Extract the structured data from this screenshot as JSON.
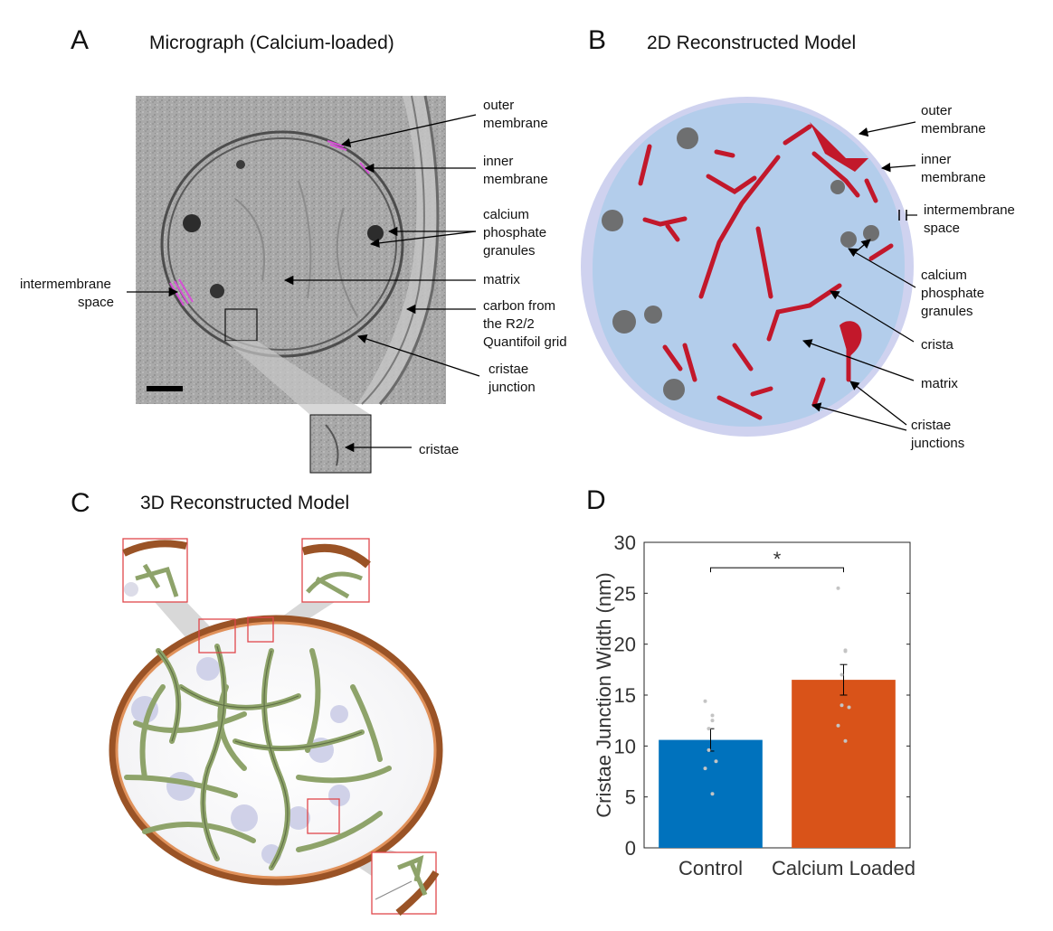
{
  "panels": {
    "a": {
      "letter": "A",
      "title": "Micrograph (Calcium-loaded)",
      "labels": {
        "outer_membrane": [
          "outer",
          "membrane"
        ],
        "inner_membrane": [
          "inner",
          "membrane"
        ],
        "calcium_granules": [
          "calcium",
          "phosphate",
          "granules"
        ],
        "matrix": [
          "matrix"
        ],
        "intermembrane": [
          "intermembrane",
          "space"
        ],
        "carbon": [
          "carbon from",
          "the R2/2",
          "Quantifoil grid"
        ],
        "cristae_junction": [
          "cristae",
          "junction"
        ],
        "cristae": [
          "cristae"
        ]
      }
    },
    "b": {
      "letter": "B",
      "title": "2D Reconstructed Model",
      "labels": {
        "outer_membrane": [
          "outer",
          "membrane"
        ],
        "inner_membrane": [
          "inner",
          "membrane"
        ],
        "intermembrane": [
          "intermembrane",
          "space"
        ],
        "calcium_granules": [
          "calcium",
          "phosphate",
          "granules"
        ],
        "crista": [
          "crista"
        ],
        "matrix": [
          "matrix"
        ],
        "cristae_junctions": [
          "cristae",
          "junctions"
        ]
      }
    },
    "c": {
      "letter": "C",
      "title": "3D Reconstructed Model"
    },
    "d": {
      "letter": "D"
    }
  },
  "colors": {
    "matrix_fill": "#b3cdeb",
    "membrane_outline": "#cfd2ef",
    "crista_red": "#c2182b",
    "granule_gray": "#6e6f70",
    "control_bar": "#0072bd",
    "calcium_bar": "#d95319",
    "inset_border": "#e0474c",
    "membrane_pink": "#d64fd6",
    "copper": "#c87941",
    "cristae_green": "#8ea36a"
  },
  "chart_data": {
    "type": "bar",
    "categories": [
      "Control",
      "Calcium Loaded"
    ],
    "values": [
      10.6,
      16.5
    ],
    "errors": [
      1.1,
      1.5
    ],
    "points": [
      [
        14.4,
        13.0,
        12.5,
        11.7,
        9.6,
        8.5,
        7.8,
        5.3
      ],
      [
        25.5,
        19.4,
        19.3,
        17.0,
        14.0,
        13.8,
        12.0,
        10.5
      ]
    ],
    "significance": "*",
    "ylabel": "Cristae Junction Width (nm)",
    "xlabel": "",
    "ylim": [
      0,
      30
    ],
    "yticks": [
      0,
      5,
      10,
      15,
      20,
      25,
      30
    ],
    "grid": false,
    "legend": "none"
  }
}
